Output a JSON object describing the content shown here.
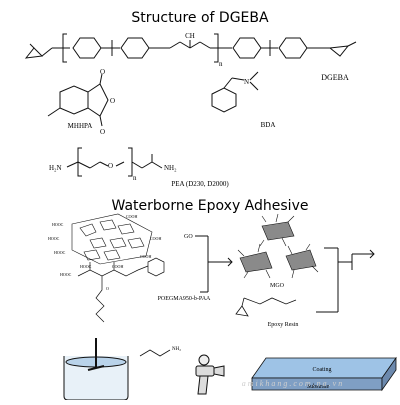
{
  "header": {
    "title": "Structure of DGEBA"
  },
  "dgeba": {
    "label": "DGEBA",
    "ch_label": "CH",
    "n": "n"
  },
  "mhhpa": {
    "label": "MHHPA",
    "o1": "O",
    "o2": "O",
    "o3": "O"
  },
  "bda": {
    "label": "BDA",
    "n": "N"
  },
  "pea": {
    "label": "PEA (D230, D2000)",
    "left": "H₂N",
    "right": "NH₂",
    "o": "O",
    "n": "n"
  },
  "section2": {
    "title": "Waterborne Epoxy Adhesive"
  },
  "go_sheet": {
    "labels": [
      "HOOC",
      "COOH",
      "HOOC",
      "COOH",
      "HOOC",
      "COOH",
      "COOH",
      "HOOC"
    ],
    "go_tag": "GO"
  },
  "poegma": {
    "label": "POEGMA950-b-PAA",
    "hooc": "HOOC",
    "o": "O"
  },
  "mgo": {
    "label": "MGO"
  },
  "resin": {
    "label": "Epoxy Resin"
  },
  "bottom": {
    "nh2": "NH₂",
    "coating": "Coating",
    "substrate": "Substrate"
  },
  "watermark": {
    "text": "a m i k h a n g . c o m . n a . v n"
  },
  "colors": {
    "ink": "#111111",
    "gray_sheet": "#8a8a8a",
    "coating": "#9ec3e6",
    "substrate": "#7f9fc4"
  }
}
